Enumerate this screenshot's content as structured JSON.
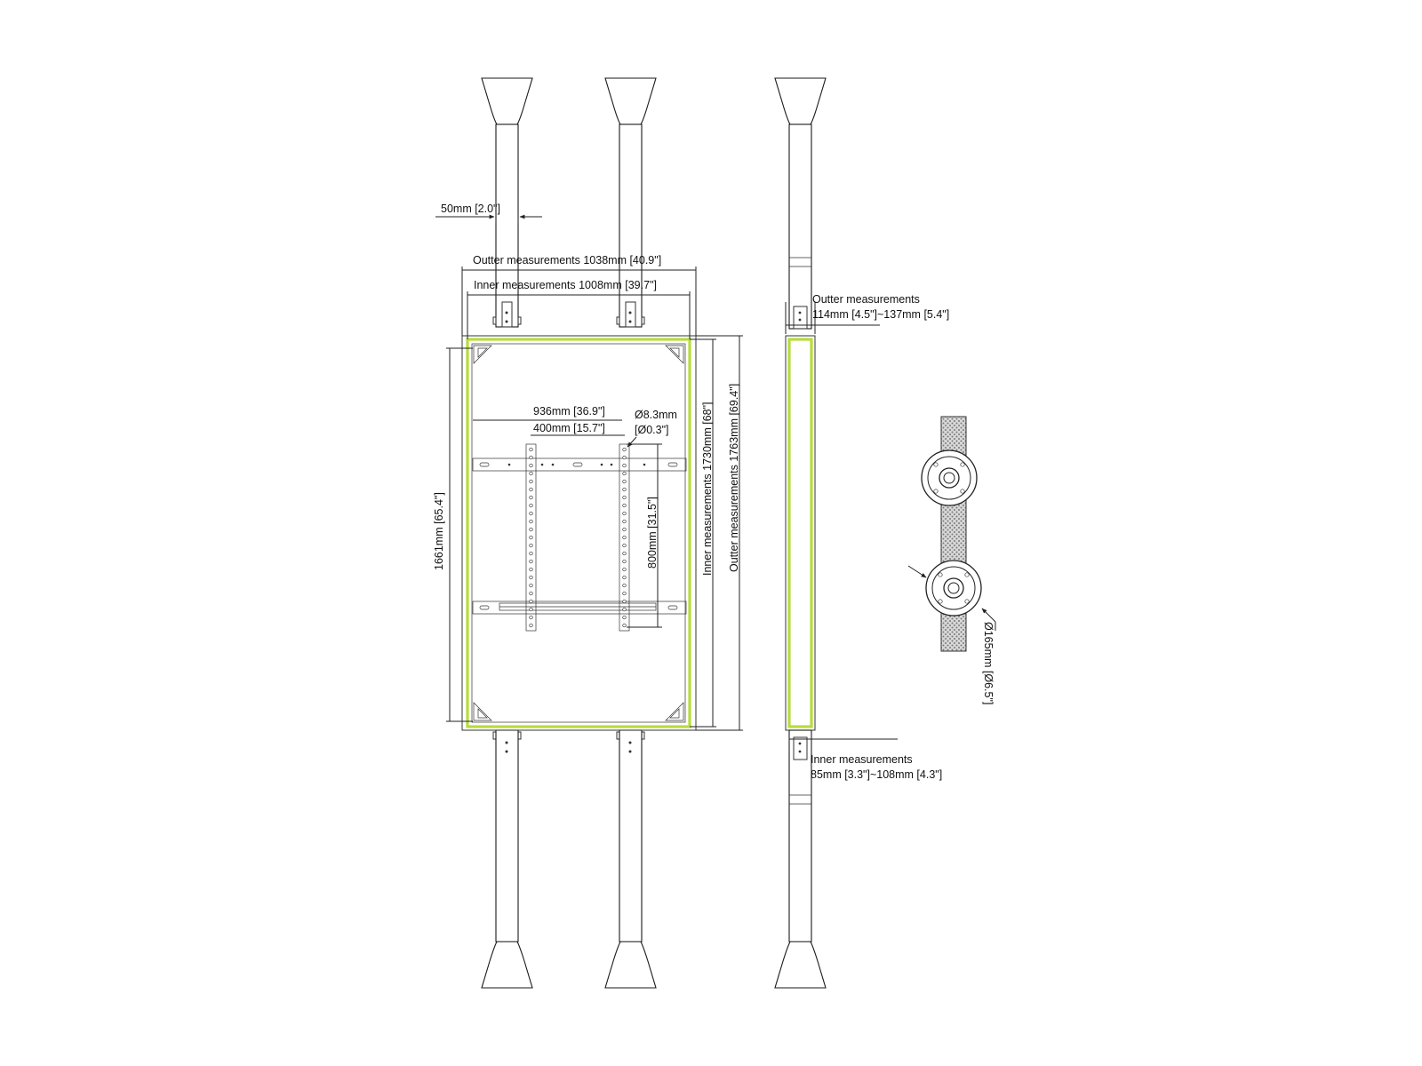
{
  "colors": {
    "line": "#222222",
    "highlight_green": "#b7dc3f",
    "mesh": "#8a8a8a",
    "background": "#ffffff"
  },
  "front_view": {
    "pole_width": "50mm [2.0\"]",
    "outer_width": "Outter measurements 1038mm [40.9\"]",
    "inner_width": "Inner measurements 1008mm [39.7\"]",
    "vesa_width_outer": "936mm [36.9\"]",
    "vesa_width": "400mm [15.7\"]",
    "hole_diameter_mm": "Ø8.3mm",
    "hole_diameter_in": "[Ø0.3\"]",
    "vesa_height": "800mm [31.5\"]",
    "frame_height": "1661mm [65.4\"]",
    "inner_height": "Inner measurements 1730mm [68\"]",
    "outer_height": "Outter measurements 1763mm [69.4\"]"
  },
  "side_view": {
    "outer_depth_title": "Outter measurements",
    "outer_depth_value": "114mm [4.5\"]~137mm [5.4\"]",
    "inner_depth_title": "Inner measurements",
    "inner_depth_value": "85mm [3.3\"]~108mm [4.3\"]"
  },
  "detail_view": {
    "flange_diameter": "Ø165mm [Ø6.5\"]"
  }
}
